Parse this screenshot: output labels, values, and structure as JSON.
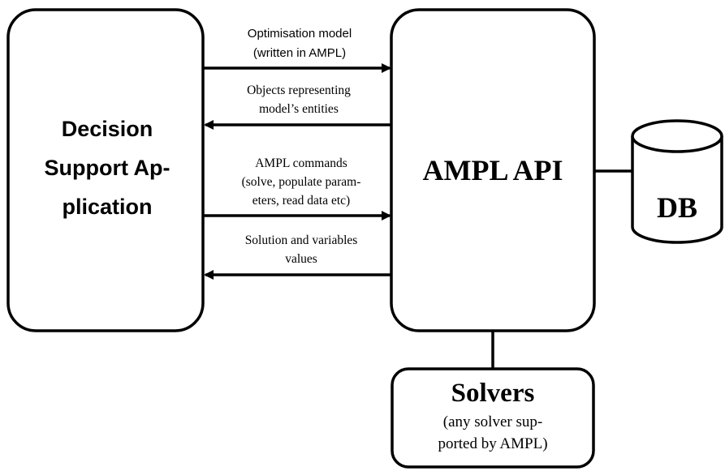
{
  "dsa": {
    "lines": [
      "Decision",
      "Support Ap-",
      "plication"
    ]
  },
  "api": {
    "title": "AMPL API"
  },
  "db": {
    "label": "DB"
  },
  "solvers": {
    "title": "Solvers",
    "lines": [
      "(any solver sup-",
      "ported by AMPL)"
    ]
  },
  "arrows": [
    {
      "direction": "right",
      "lines": [
        "Optimisation model",
        "(written in AMPL)"
      ]
    },
    {
      "direction": "left",
      "lines": [
        "Objects representing",
        "model’s entities"
      ]
    },
    {
      "direction": "right",
      "lines": [
        "AMPL commands",
        "(solve, populate param-",
        "eters, read data etc)"
      ]
    },
    {
      "direction": "left",
      "lines": [
        "Solution and variables",
        "values"
      ]
    }
  ]
}
